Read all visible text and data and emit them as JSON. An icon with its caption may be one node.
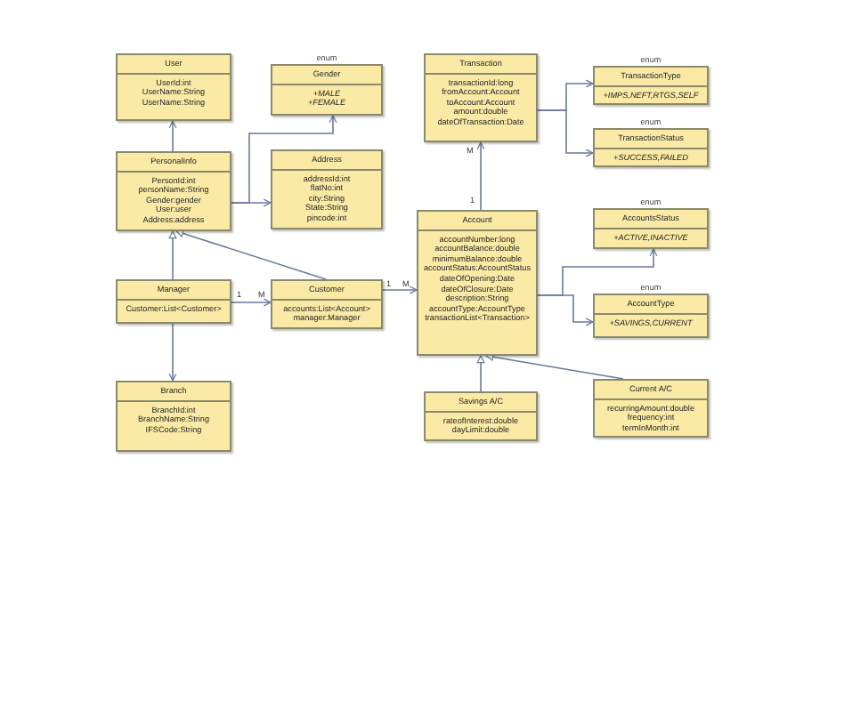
{
  "diagram": {
    "nodes": [
      {
        "text": [
          "User",
          "UserId:int",
          "UserName:String",
          "UserName:String"
        ]
      },
      {
        "text": [
          "Gender",
          "+MALE",
          "+FEMALE"
        ],
        "beside": [
          "enum"
        ]
      },
      {
        "text": [
          "PersonalInfo",
          "PersonId:int",
          "personName:String",
          "Gender:gender",
          "User:user",
          "Address:address"
        ]
      },
      {
        "text": [
          "Address",
          "addressId:int",
          "flatNo:int",
          "city:String",
          "State:String",
          "pincode:int"
        ]
      },
      {
        "text": [
          "Manager",
          "Customer:List<Customer>"
        ]
      },
      {
        "text": [
          "Customer",
          "accounts:List<Account>",
          "manager:Manager"
        ]
      },
      {
        "text": [
          "Branch",
          "BranchId:int",
          "BranchName:String",
          "IFSCode:String"
        ]
      },
      {
        "text": [
          "Transaction",
          "transactionId:long",
          "fromAccount:Account",
          "toAccount:Account",
          "amount:double",
          "dateOfTransaction:Date"
        ]
      },
      {
        "text": [
          "TransactionType",
          "+IMPS,NEFT,RTGS,SELF"
        ],
        "beside": [
          "enum"
        ]
      },
      {
        "text": [
          "TransactionStatus",
          "+SUCCESS,FAILED"
        ],
        "beside": [
          "enum"
        ]
      },
      {
        "text": [
          "Account",
          "accountNumber:long",
          "accountBalance:double",
          "minimumBalance:double",
          "accountStatus:AccountStatus",
          "dateOfOpening:Date",
          "dateOfClosure:Date",
          "description:String",
          "accountType:AccountType",
          "transactionList<Transaction>"
        ]
      },
      {
        "text": [
          "AccountsStatus",
          "+ACTIVE,INACTIVE"
        ],
        "beside": [
          "enum"
        ]
      },
      {
        "text": [
          "AccountType",
          "+SAVINGS,CURRENT"
        ],
        "beside": [
          "enum"
        ]
      },
      {
        "text": [
          "Savings A/C",
          "rateofInterest:double",
          "dayLimit:double"
        ]
      },
      {
        "text": [
          "Current A/C",
          "recurringAmount:double",
          "frequency:int",
          "termInMonth:int"
        ]
      }
    ],
    "edges": [
      {
        "from": 2,
        "to": 0,
        "arrow": "to"
      },
      {
        "from": 2,
        "to": 1,
        "arrow": "to"
      },
      {
        "from": 2,
        "to": 3,
        "arrow": "to"
      },
      {
        "from": 4,
        "to": 2,
        "arrow": "to"
      },
      {
        "from": 5,
        "to": 2,
        "arrow": "to"
      },
      {
        "from": 4,
        "to": 5,
        "arrow": "to"
      },
      {
        "from": 4,
        "to": 6,
        "arrow": "to"
      },
      {
        "from": 5,
        "to": 10,
        "arrow": "to"
      },
      {
        "from": 10,
        "to": 7,
        "arrow": "to"
      },
      {
        "from": 7,
        "to": 8,
        "arrow": "to"
      },
      {
        "from": 7,
        "to": 9,
        "arrow": "to"
      },
      {
        "from": 10,
        "to": 11,
        "arrow": "to"
      },
      {
        "from": 10,
        "to": 12,
        "arrow": "to"
      },
      {
        "from": 13,
        "to": 10,
        "arrow": "to"
      },
      {
        "from": 14,
        "to": 10,
        "arrow": "to"
      }
    ],
    "labels": [
      "1",
      "M",
      "1",
      "M",
      "1",
      "M"
    ]
  }
}
